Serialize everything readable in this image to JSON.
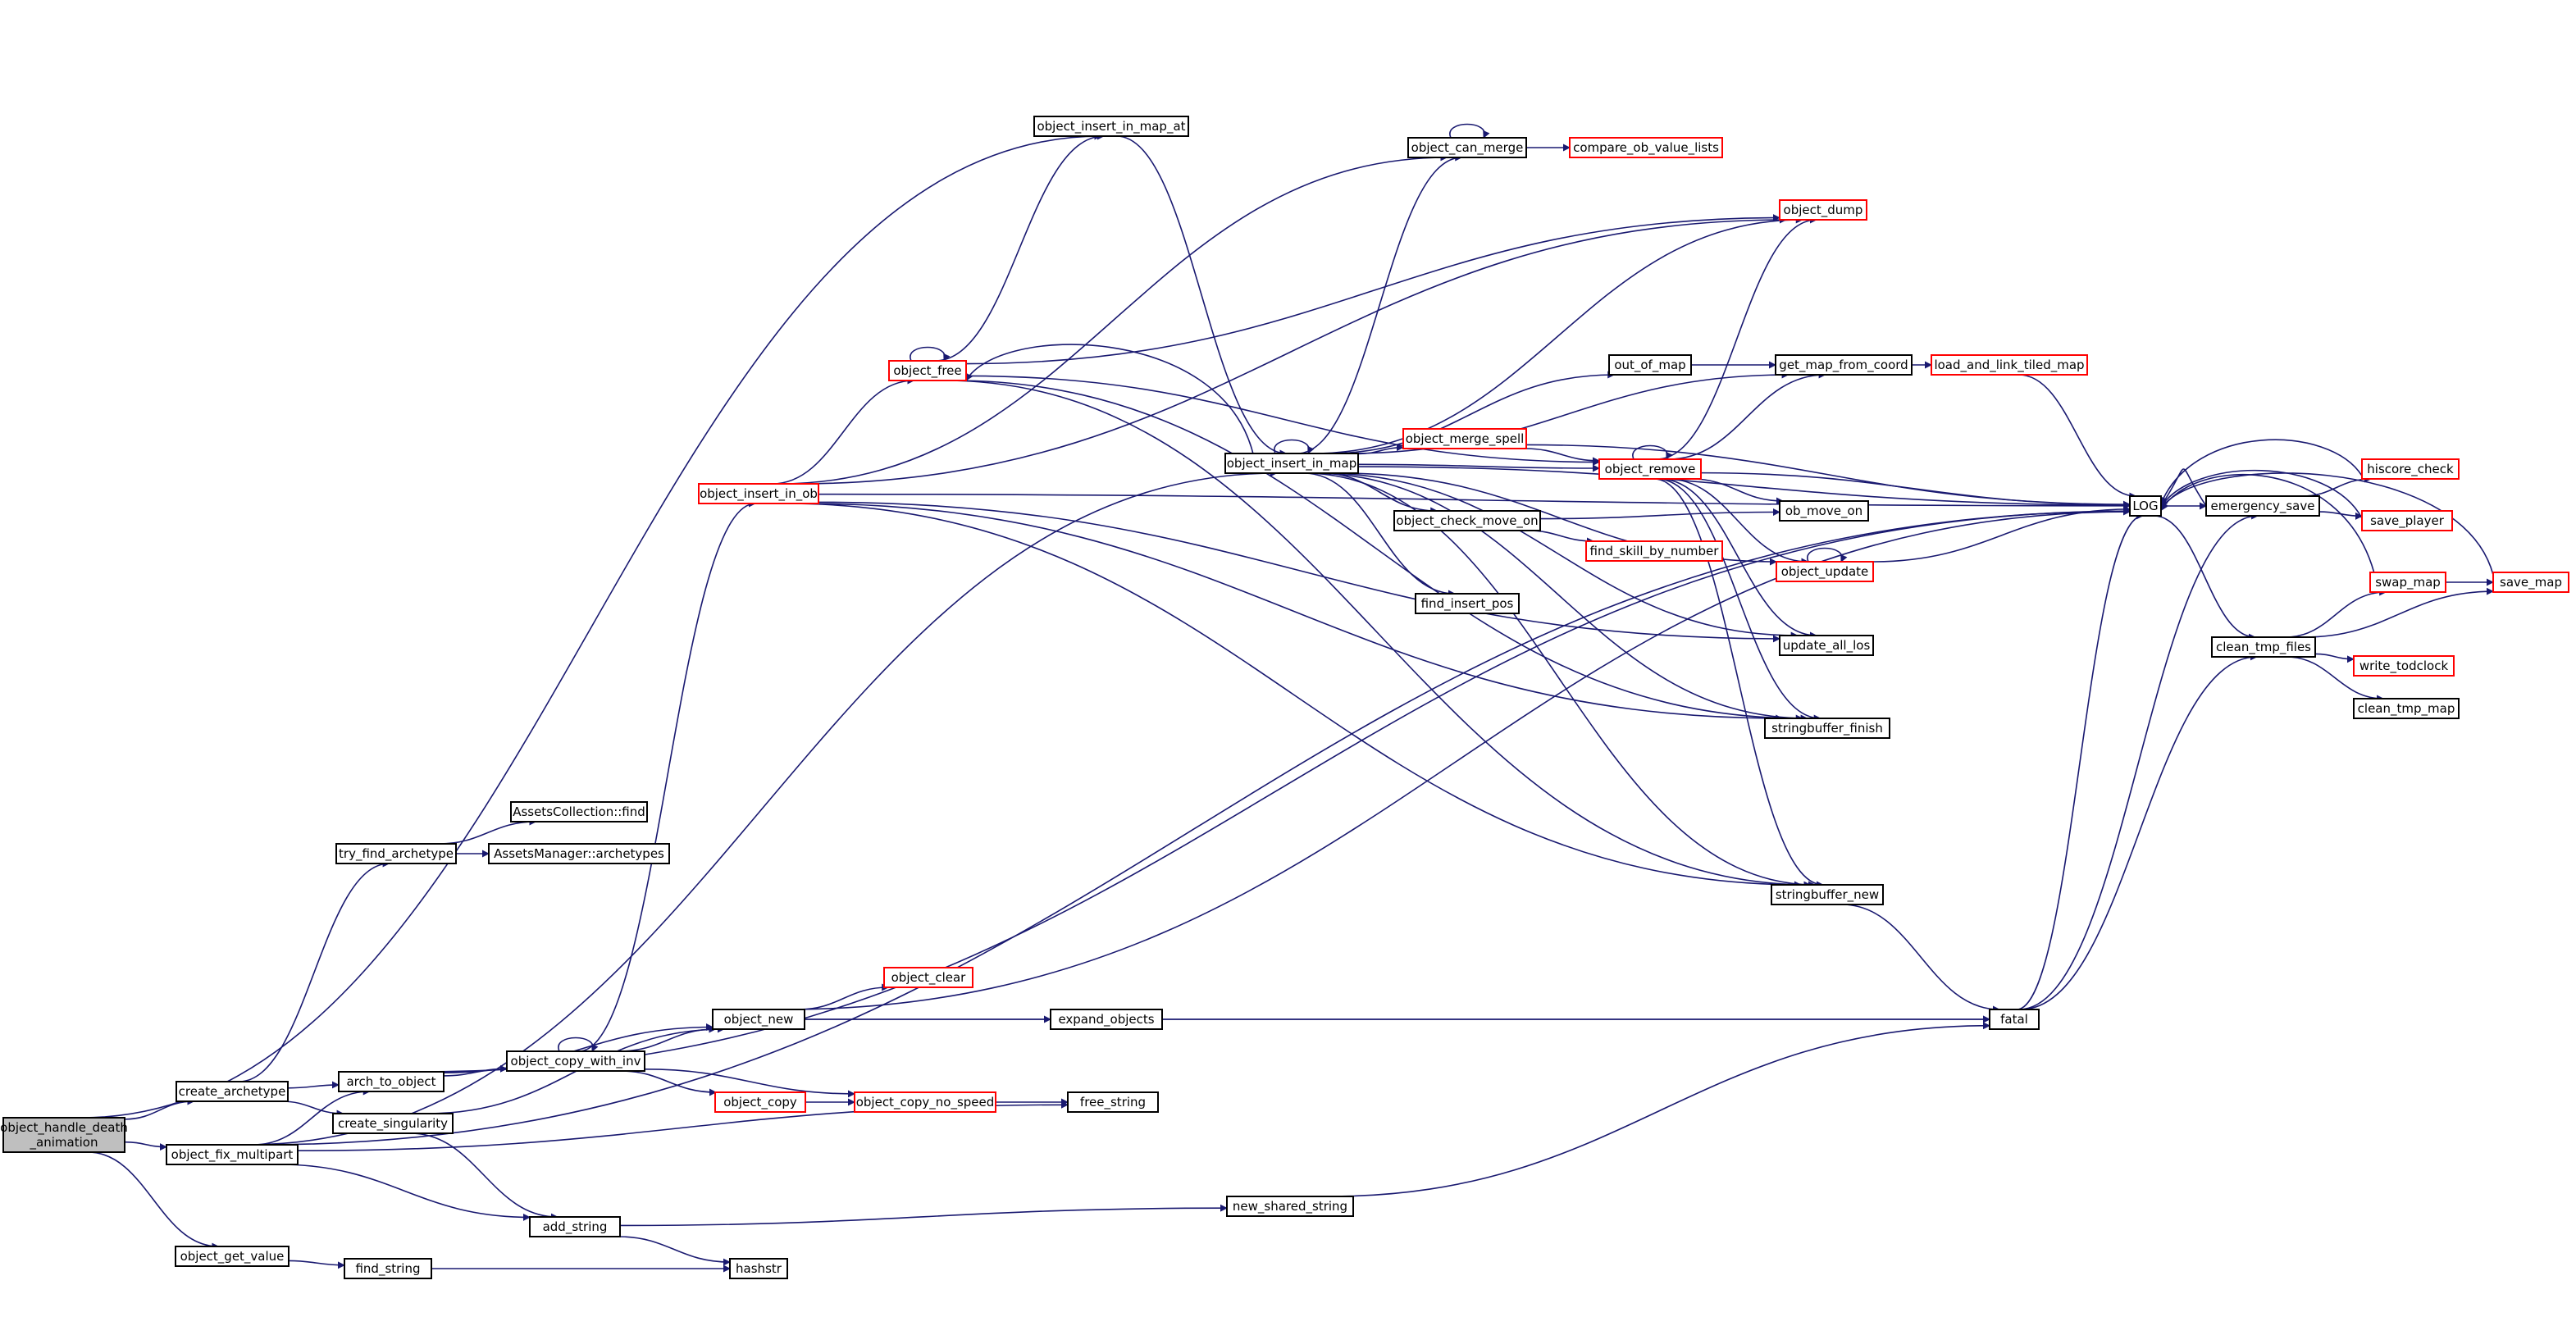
{
  "colors": {
    "edge": "#191970",
    "node_border_default": "#000000",
    "node_border_truncated": "#ff0000",
    "root_fill": "#bfbfbf",
    "node_fill": "#ffffff",
    "text": "#000000"
  },
  "nodes": [
    {
      "id": "root",
      "lines": [
        "object_handle_death",
        "_animation"
      ],
      "style": "root"
    },
    {
      "id": "create_archetype",
      "lines": [
        "create_archetype"
      ],
      "style": "normal"
    },
    {
      "id": "object_fix_multipart",
      "lines": [
        "object_fix_multipart"
      ],
      "style": "normal"
    },
    {
      "id": "object_get_value",
      "lines": [
        "object_get_value"
      ],
      "style": "normal"
    },
    {
      "id": "try_find_archetype",
      "lines": [
        "try_find_archetype"
      ],
      "style": "normal"
    },
    {
      "id": "assets_find",
      "lines": [
        "AssetsCollection::find"
      ],
      "style": "normal"
    },
    {
      "id": "assets_arch",
      "lines": [
        "AssetsManager::archetypes"
      ],
      "style": "normal"
    },
    {
      "id": "arch_to_object",
      "lines": [
        "arch_to_object"
      ],
      "style": "normal"
    },
    {
      "id": "create_singularity",
      "lines": [
        "create_singularity"
      ],
      "style": "normal"
    },
    {
      "id": "object_copy_with_inv",
      "lines": [
        "object_copy_with_inv"
      ],
      "style": "normal"
    },
    {
      "id": "add_string",
      "lines": [
        "add_string"
      ],
      "style": "normal"
    },
    {
      "id": "find_string",
      "lines": [
        "find_string"
      ],
      "style": "normal"
    },
    {
      "id": "hashstr",
      "lines": [
        "hashstr"
      ],
      "style": "normal"
    },
    {
      "id": "object_new",
      "lines": [
        "object_new"
      ],
      "style": "normal"
    },
    {
      "id": "object_clear",
      "lines": [
        "object_clear"
      ],
      "style": "truncated"
    },
    {
      "id": "object_copy",
      "lines": [
        "object_copy"
      ],
      "style": "truncated"
    },
    {
      "id": "object_copy_no_speed",
      "lines": [
        "object_copy_no_speed"
      ],
      "style": "truncated"
    },
    {
      "id": "free_string",
      "lines": [
        "free_string"
      ],
      "style": "normal"
    },
    {
      "id": "expand_objects",
      "lines": [
        "expand_objects"
      ],
      "style": "normal"
    },
    {
      "id": "new_shared_string",
      "lines": [
        "new_shared_string"
      ],
      "style": "normal"
    },
    {
      "id": "fatal",
      "lines": [
        "fatal"
      ],
      "style": "normal"
    },
    {
      "id": "object_insert_in_ob",
      "lines": [
        "object_insert_in_ob"
      ],
      "style": "truncated"
    },
    {
      "id": "object_free",
      "lines": [
        "object_free"
      ],
      "style": "truncated"
    },
    {
      "id": "object_insert_in_map_at",
      "lines": [
        "object_insert_in_map_at"
      ],
      "style": "normal"
    },
    {
      "id": "object_insert_in_map",
      "lines": [
        "object_insert_in_map"
      ],
      "style": "normal"
    },
    {
      "id": "object_can_merge",
      "lines": [
        "object_can_merge"
      ],
      "style": "normal"
    },
    {
      "id": "compare_ob_value_lists",
      "lines": [
        "compare_ob_value_lists"
      ],
      "style": "truncated"
    },
    {
      "id": "object_dump",
      "lines": [
        "object_dump"
      ],
      "style": "truncated"
    },
    {
      "id": "out_of_map",
      "lines": [
        "out_of_map"
      ],
      "style": "normal"
    },
    {
      "id": "get_map_from_coord",
      "lines": [
        "get_map_from_coord"
      ],
      "style": "normal"
    },
    {
      "id": "load_and_link_tiled_map",
      "lines": [
        "load_and_link_tiled_map"
      ],
      "style": "truncated"
    },
    {
      "id": "object_merge_spell",
      "lines": [
        "object_merge_spell"
      ],
      "style": "truncated"
    },
    {
      "id": "object_remove",
      "lines": [
        "object_remove"
      ],
      "style": "truncated"
    },
    {
      "id": "object_check_move_on",
      "lines": [
        "object_check_move_on"
      ],
      "style": "normal"
    },
    {
      "id": "find_skill_by_number",
      "lines": [
        "find_skill_by_number"
      ],
      "style": "truncated"
    },
    {
      "id": "find_insert_pos",
      "lines": [
        "find_insert_pos"
      ],
      "style": "normal"
    },
    {
      "id": "ob_move_on",
      "lines": [
        "ob_move_on"
      ],
      "style": "normal"
    },
    {
      "id": "object_update",
      "lines": [
        "object_update"
      ],
      "style": "truncated"
    },
    {
      "id": "update_all_los",
      "lines": [
        "update_all_los"
      ],
      "style": "normal"
    },
    {
      "id": "stringbuffer_finish",
      "lines": [
        "stringbuffer_finish"
      ],
      "style": "normal"
    },
    {
      "id": "stringbuffer_new",
      "lines": [
        "stringbuffer_new"
      ],
      "style": "normal"
    },
    {
      "id": "LOG",
      "lines": [
        "LOG"
      ],
      "style": "normal"
    },
    {
      "id": "emergency_save",
      "lines": [
        "emergency_save"
      ],
      "style": "normal"
    },
    {
      "id": "hiscore_check",
      "lines": [
        "hiscore_check"
      ],
      "style": "truncated"
    },
    {
      "id": "save_player",
      "lines": [
        "save_player"
      ],
      "style": "truncated"
    },
    {
      "id": "swap_map",
      "lines": [
        "swap_map"
      ],
      "style": "truncated"
    },
    {
      "id": "save_map",
      "lines": [
        "save_map"
      ],
      "style": "truncated"
    },
    {
      "id": "clean_tmp_files",
      "lines": [
        "clean_tmp_files"
      ],
      "style": "normal"
    },
    {
      "id": "write_todclock",
      "lines": [
        "write_todclock"
      ],
      "style": "truncated"
    },
    {
      "id": "clean_tmp_map",
      "lines": [
        "clean_tmp_map"
      ],
      "style": "normal"
    }
  ],
  "edges": [
    [
      "root",
      "create_archetype"
    ],
    [
      "root",
      "object_fix_multipart"
    ],
    [
      "root",
      "object_get_value"
    ],
    [
      "root",
      "object_insert_in_map_at"
    ],
    [
      "create_archetype",
      "try_find_archetype"
    ],
    [
      "create_archetype",
      "arch_to_object"
    ],
    [
      "create_archetype",
      "create_singularity"
    ],
    [
      "try_find_archetype",
      "assets_find"
    ],
    [
      "try_find_archetype",
      "assets_arch"
    ],
    [
      "object_fix_multipart",
      "arch_to_object"
    ],
    [
      "object_fix_multipart",
      "object_insert_in_map"
    ],
    [
      "object_fix_multipart",
      "add_string"
    ],
    [
      "object_fix_multipart",
      "free_string"
    ],
    [
      "object_fix_multipart",
      "LOG"
    ],
    [
      "object_get_value",
      "find_string"
    ],
    [
      "find_string",
      "hashstr"
    ],
    [
      "add_string",
      "hashstr"
    ],
    [
      "add_string",
      "new_shared_string"
    ],
    [
      "arch_to_object",
      "object_copy_with_inv"
    ],
    [
      "arch_to_object",
      "object_new"
    ],
    [
      "arch_to_object",
      "LOG"
    ],
    [
      "create_singularity",
      "object_new"
    ],
    [
      "create_singularity",
      "add_string"
    ],
    [
      "object_copy_with_inv",
      "object_copy_with_inv"
    ],
    [
      "object_copy_with_inv",
      "object_new"
    ],
    [
      "object_copy_with_inv",
      "object_copy"
    ],
    [
      "object_copy_with_inv",
      "object_copy_no_speed"
    ],
    [
      "object_copy_with_inv",
      "object_insert_in_ob"
    ],
    [
      "object_copy",
      "object_copy_no_speed"
    ],
    [
      "object_copy_no_speed",
      "free_string"
    ],
    [
      "object_new",
      "object_clear"
    ],
    [
      "object_new",
      "expand_objects"
    ],
    [
      "object_new",
      "fatal"
    ],
    [
      "object_new",
      "LOG"
    ],
    [
      "expand_objects",
      "fatal"
    ],
    [
      "new_shared_string",
      "fatal"
    ],
    [
      "object_insert_in_ob",
      "object_free"
    ],
    [
      "object_insert_in_ob",
      "LOG"
    ],
    [
      "object_insert_in_ob",
      "object_dump"
    ],
    [
      "object_insert_in_ob",
      "update_all_los"
    ],
    [
      "object_insert_in_ob",
      "stringbuffer_finish"
    ],
    [
      "object_insert_in_ob",
      "stringbuffer_new"
    ],
    [
      "object_insert_in_ob",
      "object_can_merge"
    ],
    [
      "object_free",
      "object_free"
    ],
    [
      "object_free",
      "object_insert_in_map_at"
    ],
    [
      "object_free",
      "object_dump"
    ],
    [
      "object_free",
      "object_remove"
    ],
    [
      "object_free",
      "stringbuffer_finish"
    ],
    [
      "object_free",
      "stringbuffer_new"
    ],
    [
      "object_insert_in_map_at",
      "object_insert_in_map"
    ],
    [
      "object_insert_in_map",
      "object_insert_in_map"
    ],
    [
      "object_insert_in_map",
      "object_free"
    ],
    [
      "object_insert_in_map",
      "object_can_merge"
    ],
    [
      "object_insert_in_map",
      "object_dump"
    ],
    [
      "object_insert_in_map",
      "LOG"
    ],
    [
      "object_insert_in_map",
      "get_map_from_coord"
    ],
    [
      "object_insert_in_map",
      "out_of_map"
    ],
    [
      "object_insert_in_map",
      "object_merge_spell"
    ],
    [
      "object_insert_in_map",
      "object_remove"
    ],
    [
      "object_insert_in_map",
      "object_check_move_on"
    ],
    [
      "object_insert_in_map",
      "find_insert_pos"
    ],
    [
      "object_insert_in_map",
      "object_update"
    ],
    [
      "object_insert_in_map",
      "update_all_los"
    ],
    [
      "object_insert_in_map",
      "stringbuffer_finish"
    ],
    [
      "object_insert_in_map",
      "stringbuffer_new"
    ],
    [
      "object_can_merge",
      "object_can_merge"
    ],
    [
      "object_can_merge",
      "compare_ob_value_lists"
    ],
    [
      "out_of_map",
      "get_map_from_coord"
    ],
    [
      "get_map_from_coord",
      "load_and_link_tiled_map"
    ],
    [
      "load_and_link_tiled_map",
      "LOG"
    ],
    [
      "object_merge_spell",
      "object_remove"
    ],
    [
      "object_merge_spell",
      "LOG"
    ],
    [
      "object_remove",
      "object_remove"
    ],
    [
      "object_remove",
      "object_dump"
    ],
    [
      "object_remove",
      "get_map_from_coord"
    ],
    [
      "object_remove",
      "LOG"
    ],
    [
      "object_remove",
      "ob_move_on"
    ],
    [
      "object_remove",
      "object_update"
    ],
    [
      "object_remove",
      "update_all_los"
    ],
    [
      "object_remove",
      "stringbuffer_finish"
    ],
    [
      "object_remove",
      "stringbuffer_new"
    ],
    [
      "object_check_move_on",
      "ob_move_on"
    ],
    [
      "object_check_move_on",
      "find_skill_by_number"
    ],
    [
      "object_update",
      "object_update"
    ],
    [
      "object_update",
      "LOG"
    ],
    [
      "stringbuffer_new",
      "fatal"
    ],
    [
      "fatal",
      "LOG"
    ],
    [
      "fatal",
      "emergency_save"
    ],
    [
      "fatal",
      "clean_tmp_files"
    ],
    [
      "LOG",
      "emergency_save"
    ],
    [
      "LOG",
      "clean_tmp_files"
    ],
    [
      "emergency_save",
      "LOG"
    ],
    [
      "emergency_save",
      "hiscore_check"
    ],
    [
      "emergency_save",
      "save_player"
    ],
    [
      "hiscore_check",
      "LOG"
    ],
    [
      "save_player",
      "LOG"
    ],
    [
      "swap_map",
      "LOG"
    ],
    [
      "save_map",
      "LOG"
    ],
    [
      "swap_map",
      "save_map"
    ],
    [
      "clean_tmp_files",
      "swap_map"
    ],
    [
      "clean_tmp_files",
      "save_map"
    ],
    [
      "clean_tmp_files",
      "write_todclock"
    ],
    [
      "clean_tmp_files",
      "clean_tmp_map"
    ]
  ]
}
